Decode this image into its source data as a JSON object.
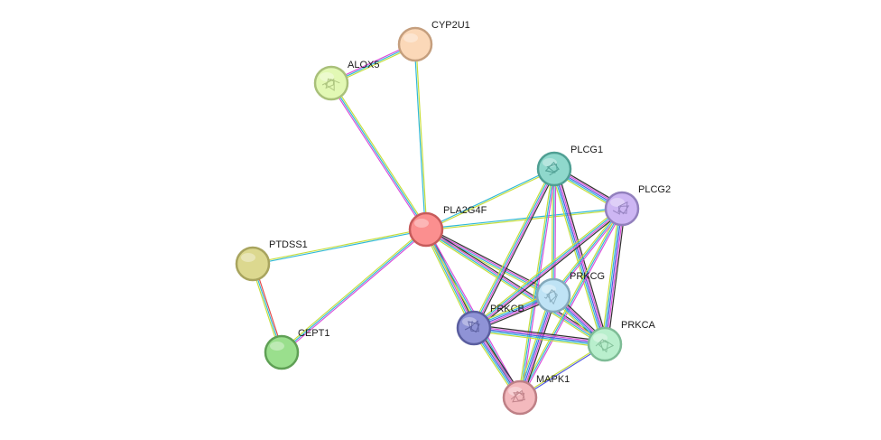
{
  "network": {
    "nodes": [
      {
        "id": "PLA2G4F",
        "label": "PLA2G4F",
        "fill": "#fb8f8f",
        "stroke": "#c75b5b",
        "texture": false
      },
      {
        "id": "CYP2U1",
        "label": "CYP2U1",
        "fill": "#fbd8b8",
        "stroke": "#c59f7e",
        "texture": false
      },
      {
        "id": "ALOX5",
        "label": "ALOX5",
        "fill": "#e2f8b4",
        "stroke": "#a9c07a",
        "texture": true
      },
      {
        "id": "PTDSS1",
        "label": "PTDSS1",
        "fill": "#dcd88f",
        "stroke": "#a8a45e",
        "texture": false
      },
      {
        "id": "CEPT1",
        "label": "CEPT1",
        "fill": "#9adf8d",
        "stroke": "#5fa055",
        "texture": false
      },
      {
        "id": "PLCG1",
        "label": "PLCG1",
        "fill": "#8fd8cc",
        "stroke": "#4f9f93",
        "texture": true
      },
      {
        "id": "PLCG2",
        "label": "PLCG2",
        "fill": "#cdb6f3",
        "stroke": "#9280bd",
        "texture": true
      },
      {
        "id": "PRKCG",
        "label": "PRKCG",
        "fill": "#bfe3f5",
        "stroke": "#84a9bb",
        "texture": true
      },
      {
        "id": "PRKCB",
        "label": "PRKCB",
        "fill": "#8f93d6",
        "stroke": "#5a5e9f",
        "texture": true
      },
      {
        "id": "PRKCA",
        "label": "PRKCA",
        "fill": "#b9efcd",
        "stroke": "#7ebc96",
        "texture": true
      },
      {
        "id": "MAPK1",
        "label": "MAPK1",
        "fill": "#f3b9bd",
        "stroke": "#be8086",
        "texture": true
      }
    ],
    "edges": [
      {
        "source": "PLA2G4F",
        "target": "CYP2U1",
        "colors": [
          "#31b9d6",
          "#c6de3d"
        ]
      },
      {
        "source": "PLA2G4F",
        "target": "ALOX5",
        "colors": [
          "#d94fd9",
          "#31b9d6",
          "#c6de3d"
        ]
      },
      {
        "source": "ALOX5",
        "target": "CYP2U1",
        "colors": [
          "#d94fd9",
          "#31b9d6",
          "#c6de3d"
        ]
      },
      {
        "source": "PLA2G4F",
        "target": "PTDSS1",
        "colors": [
          "#31b9d6",
          "#c6de3d"
        ]
      },
      {
        "source": "PLA2G4F",
        "target": "CEPT1",
        "colors": [
          "#d94fd9",
          "#31b9d6",
          "#c6de3d"
        ]
      },
      {
        "source": "PTDSS1",
        "target": "CEPT1",
        "colors": [
          "#e24c4c",
          "#31b9d6",
          "#c6de3d"
        ]
      },
      {
        "source": "PLA2G4F",
        "target": "PLCG1",
        "colors": [
          "#31b9d6",
          "#c6de3d"
        ]
      },
      {
        "source": "PLA2G4F",
        "target": "PLCG2",
        "colors": [
          "#31b9d6",
          "#c6de3d"
        ]
      },
      {
        "source": "PLA2G4F",
        "target": "PRKCG",
        "colors": [
          "#333333",
          "#d94fd9",
          "#31b9d6",
          "#c6de3d"
        ]
      },
      {
        "source": "PLA2G4F",
        "target": "PRKCB",
        "colors": [
          "#333333",
          "#d94fd9",
          "#31b9d6",
          "#c6de3d"
        ]
      },
      {
        "source": "PLA2G4F",
        "target": "PRKCA",
        "colors": [
          "#333333",
          "#d94fd9",
          "#31b9d6",
          "#c6de3d"
        ]
      },
      {
        "source": "PLA2G4F",
        "target": "MAPK1",
        "colors": [
          "#d94fd9",
          "#31b9d6",
          "#c6de3d"
        ]
      },
      {
        "source": "PLCG1",
        "target": "PLCG2",
        "colors": [
          "#333333",
          "#d94fd9",
          "#5058e0",
          "#31b9d6",
          "#c6de3d"
        ]
      },
      {
        "source": "PLCG1",
        "target": "PRKCG",
        "colors": [
          "#d94fd9",
          "#31b9d6",
          "#c6de3d"
        ]
      },
      {
        "source": "PLCG1",
        "target": "PRKCB",
        "colors": [
          "#333333",
          "#d94fd9",
          "#31b9d6",
          "#c6de3d"
        ]
      },
      {
        "source": "PLCG1",
        "target": "PRKCA",
        "colors": [
          "#333333",
          "#d94fd9",
          "#5058e0",
          "#31b9d6",
          "#c6de3d"
        ]
      },
      {
        "source": "PLCG1",
        "target": "MAPK1",
        "colors": [
          "#d94fd9",
          "#31b9d6",
          "#c6de3d"
        ]
      },
      {
        "source": "PLCG2",
        "target": "PRKCG",
        "colors": [
          "#d94fd9",
          "#31b9d6",
          "#c6de3d"
        ]
      },
      {
        "source": "PLCG2",
        "target": "PRKCB",
        "colors": [
          "#333333",
          "#d94fd9",
          "#31b9d6",
          "#c6de3d"
        ]
      },
      {
        "source": "PLCG2",
        "target": "PRKCA",
        "colors": [
          "#333333",
          "#d94fd9",
          "#5058e0",
          "#31b9d6",
          "#c6de3d"
        ]
      },
      {
        "source": "PLCG2",
        "target": "MAPK1",
        "colors": [
          "#d94fd9",
          "#31b9d6",
          "#c6de3d"
        ]
      },
      {
        "source": "PRKCG",
        "target": "PRKCB",
        "colors": [
          "#333333",
          "#d94fd9",
          "#5058e0",
          "#31b9d6",
          "#c6de3d"
        ]
      },
      {
        "source": "PRKCG",
        "target": "PRKCA",
        "colors": [
          "#333333",
          "#d94fd9",
          "#5058e0",
          "#31b9d6",
          "#c6de3d"
        ]
      },
      {
        "source": "PRKCG",
        "target": "MAPK1",
        "colors": [
          "#333333",
          "#d94fd9",
          "#5058e0",
          "#31b9d6",
          "#c6de3d"
        ]
      },
      {
        "source": "PRKCB",
        "target": "PRKCA",
        "colors": [
          "#333333",
          "#d94fd9",
          "#5058e0",
          "#31b9d6",
          "#c6de3d"
        ]
      },
      {
        "source": "PRKCB",
        "target": "MAPK1",
        "colors": [
          "#333333",
          "#d94fd9",
          "#5058e0",
          "#31b9d6",
          "#c6de3d"
        ]
      },
      {
        "source": "PRKCA",
        "target": "MAPK1",
        "colors": [
          "#5058e0",
          "#c6de3d"
        ]
      }
    ]
  }
}
